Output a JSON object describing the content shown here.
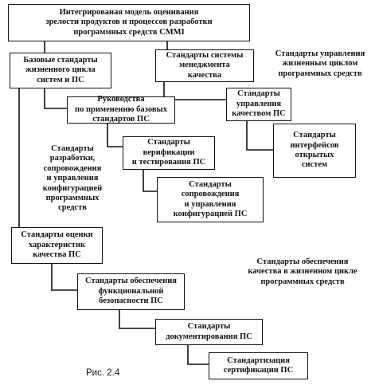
{
  "boxes": {
    "cmmi": "Интегрированая модель оценивания\nзрелости продуктов и процессов разработки\nпрограммных средств CMMI",
    "basic_standards": "Базовые стандарты\nжизненного цикла\nсистем и ПС",
    "quality_management_system": "Стандарты системы\nменеджмента\nкачества",
    "basic_guides": "Руководства\nпо применению базовых\nстандартов ПС",
    "quality_management": "Стандарты\nуправления\nкачеством ПС",
    "verification_testing": "Стандарты\nверификации\nи тестирования ПС",
    "open_interfaces": "Стандарты\nинтерфейсов\nоткрытых\nсистем",
    "maintenance_configuration": "Стандарты\nсопровождения\nи управления\nконфигурацией  ПС",
    "quality_evaluation": "Стандарты оценки\nхарактеристик\nкачества ПС",
    "functional_safety": "Стандарты обеспечения\nфункциональной\nбезопасности ПС",
    "documentation": "Стандарты\nдокументирования ПС",
    "certification": "Стандартизация\nсертификации ПС"
  },
  "labels": {
    "lifecycle_management": "Стандарты управления\nжизненным циклом\nпрограммных средств",
    "development_maintenance": "Стандарты\nразработки,\nсопровождения\nи управления\nконфигурацией\nпрограммных\nсредств",
    "quality_assurance": "Стандарты обеспечения\nкачества в жизненном цикле\nпрограммных средств"
  },
  "caption": "Рис. 2.4"
}
